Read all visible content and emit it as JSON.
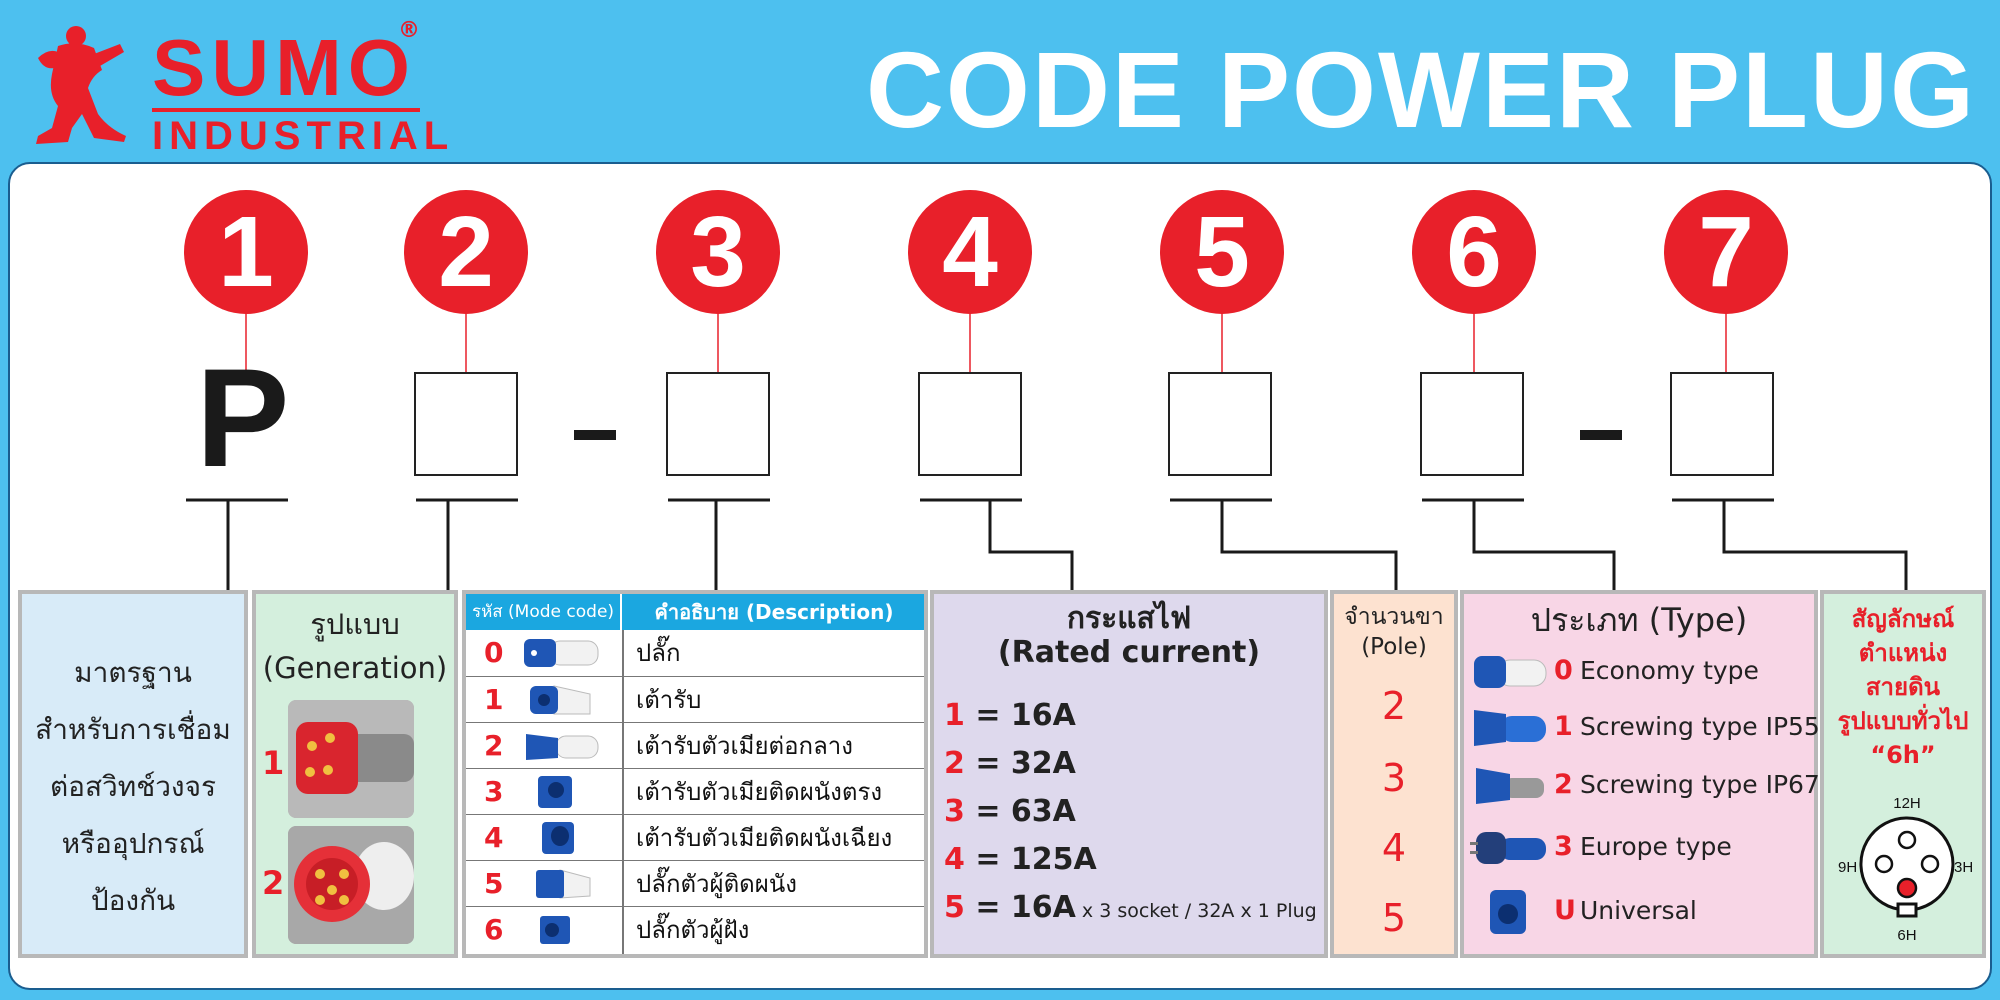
{
  "header": {
    "brand_name": "SUMO",
    "brand_sub": "INDUSTRIAL",
    "registered_mark": "®",
    "title": "CODE POWER PLUG"
  },
  "code": {
    "numbers": [
      "1",
      "2",
      "3",
      "4",
      "5",
      "6",
      "7"
    ],
    "prefix": "P",
    "separator": "-"
  },
  "standard": {
    "lines": [
      "มาตรฐาน",
      "สำหรับการเชื่อม",
      "ต่อสวิทช์วงจร",
      "หรืออุปกรณ์",
      "ป้องกัน"
    ]
  },
  "generation": {
    "title_th": "รูปแบบ",
    "title_en": "(Generation)",
    "items": [
      {
        "num": "1",
        "image": "red-grey-plug-photo"
      },
      {
        "num": "2",
        "image": "red-white-plug-photo"
      }
    ]
  },
  "mode": {
    "col1": "รหัส (Mode code)",
    "col2": "คำอธิบาย (Description)",
    "rows": [
      {
        "code": "0",
        "desc": "ปลั๊ก",
        "icon": "plug-icon"
      },
      {
        "code": "1",
        "desc": "เต้ารับ",
        "icon": "socket-icon"
      },
      {
        "code": "2",
        "desc": "เต้ารับตัวเมียต่อกลาง",
        "icon": "connector-icon"
      },
      {
        "code": "3",
        "desc": "เต้ารับตัวเมียติดผนังตรง",
        "icon": "wall-socket-icon"
      },
      {
        "code": "4",
        "desc": "เต้ารับตัวเมียติดผนังเฉียง",
        "icon": "angled-wall-socket-icon"
      },
      {
        "code": "5",
        "desc": "ปลั๊กตัวผู้ติดผนัง",
        "icon": "wall-plug-icon"
      },
      {
        "code": "6",
        "desc": "ปลั๊กตัวผู้ฝัง",
        "icon": "panel-plug-icon"
      }
    ]
  },
  "current": {
    "title_th": "กระแสไฟ",
    "title_en": "(Rated current)",
    "rows": [
      {
        "n": "1",
        "value": "= 16A",
        "extra": ""
      },
      {
        "n": "2",
        "value": "= 32A",
        "extra": ""
      },
      {
        "n": "3",
        "value": "= 63A",
        "extra": ""
      },
      {
        "n": "4",
        "value": "= 125A",
        "extra": ""
      },
      {
        "n": "5",
        "value": "= 16A",
        "extra": " x 3 socket / 32A x 1 Plug"
      }
    ]
  },
  "pole": {
    "title_th": "จำนวนขา",
    "title_en": "(Pole)",
    "values": [
      "2",
      "3",
      "4",
      "5"
    ]
  },
  "type": {
    "title": "ประเภท (Type)",
    "rows": [
      {
        "code": "0",
        "desc": "Economy type",
        "icon": "economy-plug-icon"
      },
      {
        "code": "1",
        "desc": "Screwing type IP55",
        "icon": "ip55-plug-icon"
      },
      {
        "code": "2",
        "desc": "Screwing type IP67",
        "icon": "ip67-plug-icon"
      },
      {
        "code": "3",
        "desc": "Europe type",
        "icon": "europe-plug-icon"
      },
      {
        "code": "U",
        "desc": "Universal",
        "icon": "universal-socket-icon"
      }
    ]
  },
  "earth": {
    "lines": [
      "สัญลักษณ์",
      "ตำแหน่ง",
      "สายดิน",
      "รูปแบบทั่วไป",
      "“6h”"
    ],
    "labels": {
      "top": "12H",
      "left": "9H",
      "right": "3H",
      "bottom": "6H"
    }
  },
  "colors": {
    "accent_red": "#e8202a",
    "sky_blue": "#4dc0ef",
    "header_blue": "#1ba7e0"
  }
}
